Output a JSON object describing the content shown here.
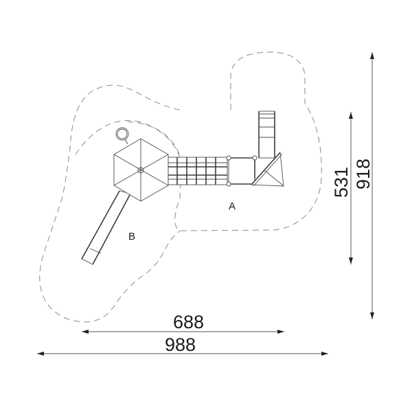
{
  "drawing": {
    "type": "playground-equipment-plan-view",
    "zones": [
      {
        "id": "A",
        "label": "A"
      },
      {
        "id": "B",
        "label": "B"
      }
    ],
    "dimensions": {
      "width_inner": {
        "label": "688",
        "orientation": "horizontal"
      },
      "width_outer": {
        "label": "988",
        "orientation": "horizontal"
      },
      "depth_inner": {
        "label": "531",
        "orientation": "vertical"
      },
      "depth_outer": {
        "label": "918",
        "orientation": "vertical"
      }
    },
    "components": [
      {
        "name": "hexagonal-roof-tower"
      },
      {
        "name": "steering-wheel-ring"
      },
      {
        "name": "straight-slide"
      },
      {
        "name": "bridge-walkway"
      },
      {
        "name": "square-platform"
      },
      {
        "name": "ladder"
      },
      {
        "name": "triangular-platform"
      }
    ],
    "colors": {
      "line": "#4a4a4a",
      "safety-zone": "#8a8a8a",
      "text": "#1a1a1a",
      "background": "#ffffff"
    }
  }
}
